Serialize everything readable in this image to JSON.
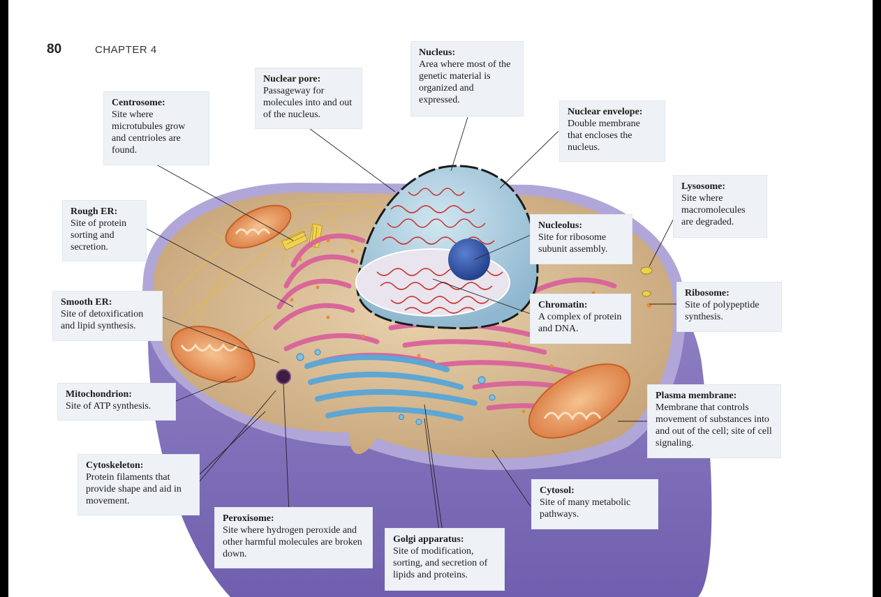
{
  "header": {
    "page_number": "80",
    "chapter": "CHAPTER 4"
  },
  "colors": {
    "cytoplasm": "#d8b98d",
    "membrane_rim": "#9d90c8",
    "cell_base": "#8a7bbf",
    "rough_er": "#d96a9a",
    "golgi": "#5ea6d3",
    "nucleus": "#a9cde0",
    "chromatin": "#c8322a",
    "nucleolus": "#2e4fa3",
    "mitochondria": "#e8965a",
    "label_box": "#eef2f6"
  },
  "labels": {
    "nucleus": {
      "title": "Nucleus:",
      "desc": "Area where most of the genetic material is organized and expressed."
    },
    "nuclear_pore": {
      "title": "Nuclear pore:",
      "desc": "Passageway for molecules into and out of the nucleus."
    },
    "centrosome": {
      "title": "Centrosome:",
      "desc": "Site where microtubules grow and centrioles are found."
    },
    "nuclear_envelope": {
      "title": "Nuclear envelope:",
      "desc": "Double membrane that encloses the nucleus."
    },
    "lysosome": {
      "title": "Lysosome:",
      "desc": "Site where macromolecules are degraded."
    },
    "rough_er": {
      "title": "Rough ER:",
      "desc": "Site of protein sorting and secretion."
    },
    "nucleolus": {
      "title": "Nucleolus:",
      "desc": "Site for ribosome subunit assembly."
    },
    "smooth_er": {
      "title": "Smooth ER:",
      "desc": "Site of detoxification and lipid synthesis."
    },
    "ribosome": {
      "title": "Ribosome:",
      "desc": "Site of polypeptide synthesis."
    },
    "chromatin": {
      "title": "Chromatin:",
      "desc": "A complex of protein and DNA."
    },
    "mitochondrion": {
      "title": "Mitochondrion:",
      "desc": "Site of ATP synthesis."
    },
    "plasma_membrane": {
      "title": "Plasma membrane:",
      "desc": "Membrane that controls movement of substances into and out of the cell; site of cell signaling."
    },
    "cytoskeleton": {
      "title": "Cytoskeleton:",
      "desc": "Protein filaments that provide shape and aid in movement."
    },
    "cytosol": {
      "title": "Cytosol:",
      "desc": "Site of many metabolic pathways."
    },
    "peroxisome": {
      "title": "Peroxisome:",
      "desc": "Site where hydrogen peroxide and other harmful molecules are broken down."
    },
    "golgi": {
      "title": "Golgi apparatus:",
      "desc": "Site of modification, sorting, and secretion of lipids and proteins."
    }
  }
}
